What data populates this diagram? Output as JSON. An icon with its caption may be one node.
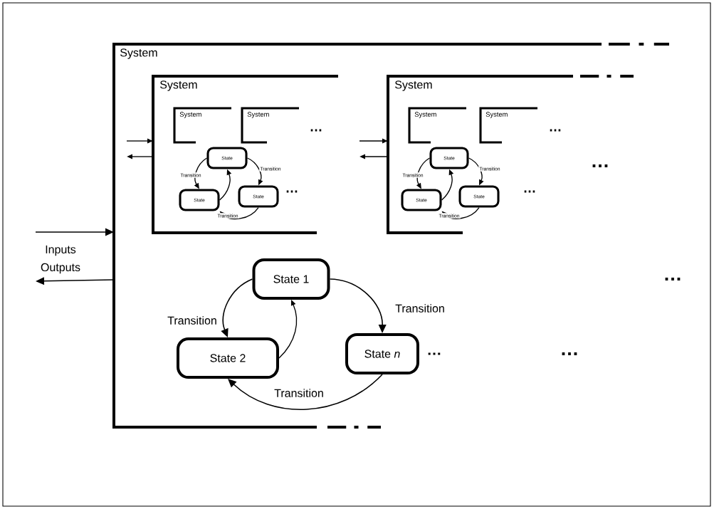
{
  "diagram": {
    "nodes": [
      {
        "text": [
          "System"
        ]
      },
      {
        "text": [
          "System"
        ],
        "in": 0
      },
      {
        "text": [
          "System"
        ],
        "in": 1
      },
      {
        "text": [
          "System"
        ],
        "in": 1
      },
      {
        "text": [
          "State"
        ],
        "in": 1
      },
      {
        "text": [
          "State"
        ],
        "in": 1
      },
      {
        "text": [
          "State"
        ],
        "in": 1
      },
      {
        "text": [
          "System"
        ],
        "in": 0
      },
      {
        "text": [
          "System"
        ],
        "in": 7
      },
      {
        "text": [
          "System"
        ],
        "in": 7
      },
      {
        "text": [
          "State"
        ],
        "in": 7
      },
      {
        "text": [
          "State"
        ],
        "in": 7
      },
      {
        "text": [
          "State"
        ],
        "in": 7
      },
      {
        "text": [
          "State 1"
        ],
        "in": 0
      },
      {
        "text": [
          "State 2"
        ],
        "in": 0
      },
      {
        "text": [
          "State *n*"
        ],
        "in": 0
      }
    ],
    "edges": [
      {
        "from": null,
        "to": 0,
        "arrow": "to",
        "label": "Inputs"
      },
      {
        "from": 0,
        "to": null,
        "arrow": "to",
        "label": "Outputs"
      },
      {
        "from": null,
        "to": 1,
        "arrow": "to"
      },
      {
        "from": 1,
        "to": null,
        "arrow": "to"
      },
      {
        "from": 4,
        "to": 5,
        "arrow": "to",
        "label": "Transition"
      },
      {
        "from": 5,
        "to": 4,
        "arrow": "to"
      },
      {
        "from": 4,
        "to": 6,
        "arrow": "to",
        "label": "Transition"
      },
      {
        "from": 6,
        "to": 5,
        "arrow": "to",
        "label": "Transition"
      },
      {
        "from": null,
        "to": 7,
        "arrow": "to"
      },
      {
        "from": 7,
        "to": null,
        "arrow": "to"
      },
      {
        "from": 10,
        "to": 11,
        "arrow": "to",
        "label": "Transition"
      },
      {
        "from": 11,
        "to": 10,
        "arrow": "to"
      },
      {
        "from": 10,
        "to": 12,
        "arrow": "to",
        "label": "Transition"
      },
      {
        "from": 12,
        "to": 11,
        "arrow": "to",
        "label": "Transition"
      },
      {
        "from": 13,
        "to": 14,
        "arrow": "to",
        "label": "Transition"
      },
      {
        "from": 14,
        "to": 13,
        "arrow": "to"
      },
      {
        "from": 13,
        "to": 15,
        "arrow": "to",
        "label": "Transition"
      },
      {
        "from": 15,
        "to": 14,
        "arrow": "to",
        "label": "Transition"
      }
    ],
    "labels": [
      "…",
      "…",
      "…",
      "…",
      "…",
      "…",
      "…",
      "…"
    ]
  }
}
